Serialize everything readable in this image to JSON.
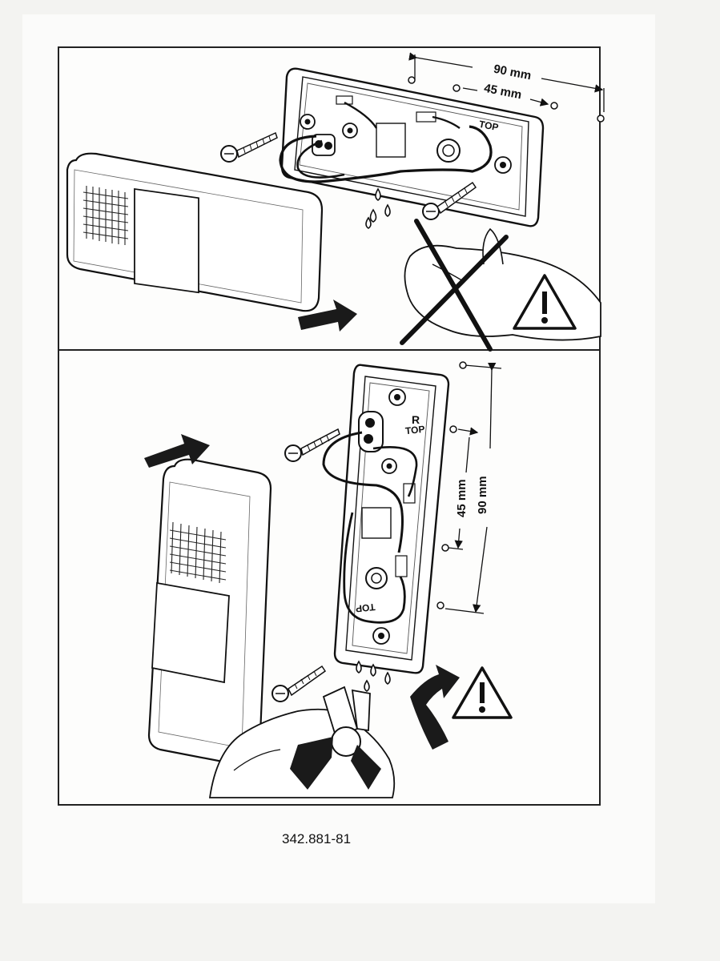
{
  "figure": {
    "reference_number": "342.881-81",
    "top_panel": {
      "dim_outer": "90 mm",
      "dim_inner": "45 mm",
      "mark_top": "TOP"
    },
    "bottom_panel": {
      "dim_outer": "90 mm",
      "dim_inner": "45 mm",
      "mark_r": "R",
      "mark_top": "TOP",
      "mark_top_flipped": "TOP"
    }
  }
}
